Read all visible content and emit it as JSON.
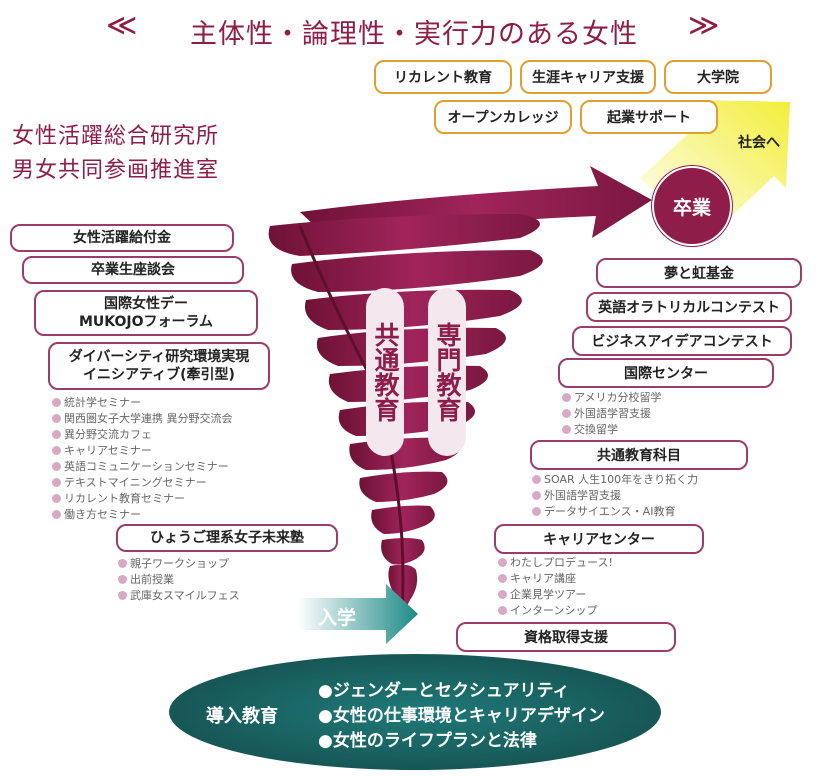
{
  "title": "主体性・論理性・実行力のある女性",
  "title_left_deco": "≪",
  "title_right_deco": "≫",
  "org_lines": [
    "女性活躍総合研究所",
    "男女共同参画推進室"
  ],
  "top_pills": [
    "リカレント教育",
    "生涯キャリア支援",
    "大学院",
    "オープンカレッジ",
    "起業サポート"
  ],
  "society_label": "社会へ",
  "graduation_label": "卒業",
  "admission_label": "入学",
  "common_education": "共通教育",
  "specialized_education": "専門教育",
  "left_items": [
    {
      "label": "女性活躍給付金"
    },
    {
      "label": "卒業生座談会"
    },
    {
      "label": "国際女性デー\nMUKOJOフォーラム"
    },
    {
      "label": "ダイバーシティ研究環境実現\nイニシアティブ(牽引型)",
      "subs": [
        "統計学セミナー",
        "関西圏女子大学連携 異分野交流会",
        "異分野交流カフェ",
        "キャリアセミナー",
        "英語コミュニケーションセミナー",
        "テキストマイニングセミナー",
        "リカレント教育セミナー",
        "働き方セミナー"
      ]
    },
    {
      "label": "ひょうご理系女子未来塾",
      "subs": [
        "親子ワークショップ",
        "出前授業",
        "武庫女スマイルフェス"
      ]
    }
  ],
  "right_items": [
    {
      "label": "夢と虹基金"
    },
    {
      "label": "英語オラトリカルコンテスト"
    },
    {
      "label": "ビジネスアイデアコンテスト"
    },
    {
      "label": "国際センター",
      "subs": [
        "アメリカ分校留学",
        "外国語学習支援",
        "交換留学"
      ]
    },
    {
      "label": "共通教育科目",
      "subs": [
        "SOAR 人生100年をきり拓く力",
        "外国語学習支援",
        "データサイエンス・AI教育"
      ]
    },
    {
      "label": "キャリアセンター",
      "subs": [
        "わたしプロデュース!",
        "キャリア講座",
        "企業見学ツアー",
        "インターンシップ"
      ]
    },
    {
      "label": "資格取得支援"
    }
  ],
  "intro": {
    "label": "導入教育",
    "items": [
      "●ジェンダーとセクシュアリティ",
      "●女性の仕事環境とキャリアデザイン",
      "●女性のライフプランと法律"
    ]
  },
  "colors": {
    "maroon": "#8e1d4a",
    "orange_border": "#e0a030",
    "teal": "#1e6e6e",
    "yellow": "#f2ee3a"
  }
}
